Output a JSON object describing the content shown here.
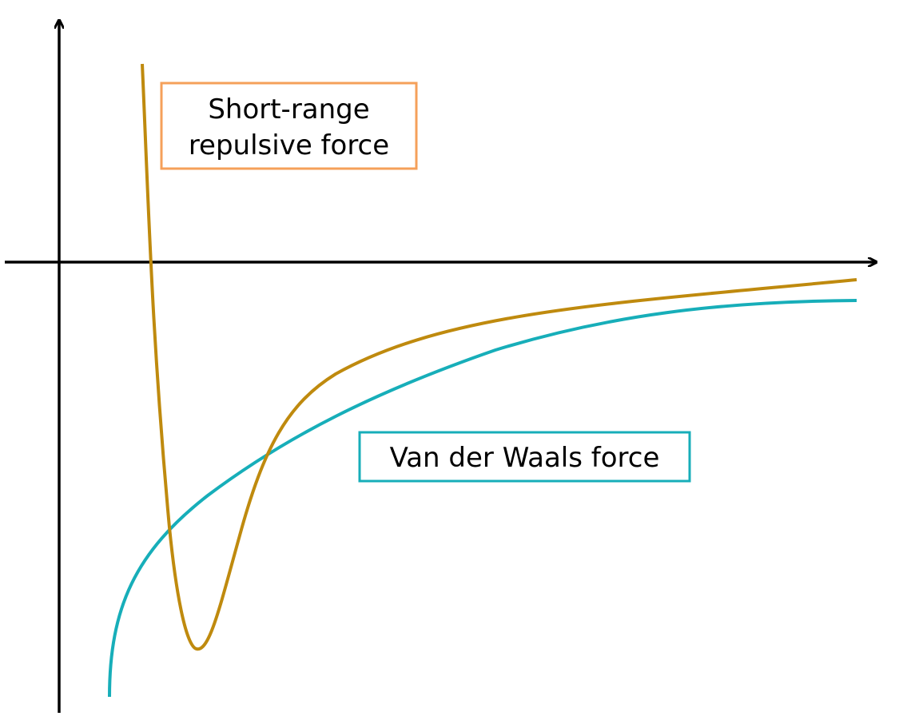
{
  "labels": {
    "repulsive_line1": "Short-range",
    "repulsive_line2": "repulsive force",
    "vdw": "Van der Waals force"
  },
  "colors": {
    "axis": "#000000",
    "repulsive_curve": "#BF8A0E",
    "vdw_curve": "#17AEB9",
    "repulsive_box_border": "#F5A05A",
    "vdw_box_border": "#17AEB9",
    "background": "#FFFFFF"
  }
}
